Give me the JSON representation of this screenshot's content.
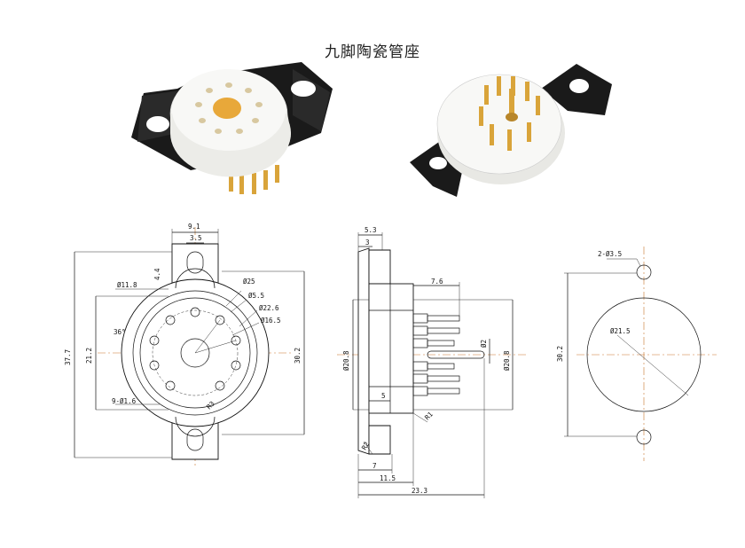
{
  "title": "九脚陶瓷管座",
  "colors": {
    "bracket": "#1a1a1a",
    "ceramic": "#f2f2ee",
    "pin_gold": "#d9a43a",
    "center_pad": "#e8a83a",
    "center_line": "#c9752b"
  },
  "front_view": {
    "dims": {
      "top_width": "9.1",
      "slot_width": "3.5",
      "slot_height": "4.4",
      "hole_dia": "Ø11.8",
      "outer_dia": "Ø25",
      "pin_hole_dia": "Ø5.5",
      "pin_circle_a": "Ø22.6",
      "pin_circle_b": "Ø16.5",
      "angle": "36°",
      "total_height": "37.7",
      "inner_height": "21.2",
      "right_height": "30.2",
      "pin_holes": "9-Ø1.6",
      "radius": "R3"
    }
  },
  "side_view": {
    "dims": {
      "flange": "5.3",
      "flange_inner": "3",
      "pin_length": "7.6",
      "body_dia": "Ø20.8",
      "body_dia_right": "Ø20.8",
      "pin_dia": "Ø2",
      "step": "5",
      "radius_r1": "R1",
      "radius_r2": "R2",
      "depth_7": "7",
      "depth_11_5": "11.5",
      "depth_23_3": "23.3"
    }
  },
  "bottom_view": {
    "dims": {
      "mount_holes": "2-Ø3.5",
      "circle_dia": "Ø21.5",
      "height": "30.2"
    }
  }
}
